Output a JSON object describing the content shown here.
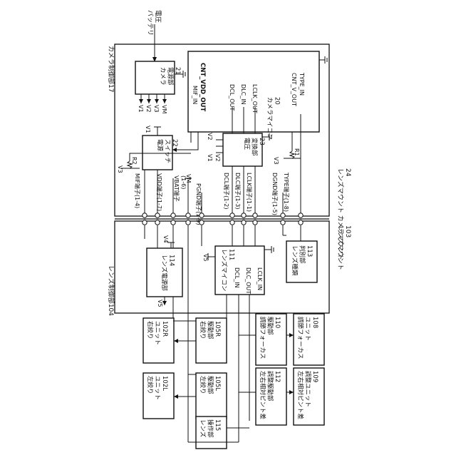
{
  "battery": {
    "label": "バッテリ\n電圧"
  },
  "camera_control": {
    "label": "カメラ制御部17"
  },
  "camera_power": {
    "label": "カメラ\n電源部\n21",
    "outputs": [
      "V1",
      "V2",
      "V3",
      "VM"
    ]
  },
  "camera_micom": {
    "label": "カメラマイコン\n20",
    "mif_in": "MIF_IN",
    "cnt_vdd_out": "CNT_VDD_OUT",
    "dcl_out": "DCL_OUT",
    "dlc_in": "DLC_IN",
    "lclk_out": "LCLK_OUT",
    "cnt_v_out": "CNT_V_OUT",
    "type_in": "TYPE_IN"
  },
  "power_switch": {
    "label": "電源\nスイッチ\n22",
    "in_label": "V1"
  },
  "voltage_converter": {
    "label": "電圧\n変換部\n23",
    "in_v2": "V2",
    "in_v1": "V1",
    "in_v2b": "V2"
  },
  "resistors": {
    "r1": "R1",
    "r2": "R2",
    "v3a": "V3",
    "v3b": "V3"
  },
  "camera_terminals": {
    "mif": "MIF端子(1-4)",
    "vdd": "VDD端子(1-7)",
    "vbat": "VBAT端子\n(1-6)",
    "vm": "VM",
    "pgnd": "PGND端子(1-9)",
    "dcl": "DCL端子(1-2)",
    "dlc": "DLC端子(1-3)",
    "lclk": "LCLK端子(1-1)",
    "dgnd": "DGND端子(1-5)",
    "type": "TYPE端子(1-8)"
  },
  "camera_mount": {
    "label": "レンズマウント カメラマウント\n24"
  },
  "lens_mount": {
    "label": "レンズマウント\n103"
  },
  "lens_control": {
    "label": "レンズ制御部104"
  },
  "lens_power": {
    "label": "レンズ電源部\n114",
    "v4": "V4",
    "v5": "V5"
  },
  "lens_micom": {
    "label": "レンズマイコン\n111",
    "dcl_in": "DCL_IN",
    "dlc_out": "DLC_OUT",
    "lclk_in": "LCLK_IN",
    "v5": "V5"
  },
  "lens_type": {
    "label": "レンズ種類\n判別部\n113"
  },
  "units": {
    "right_aperture": "右絞り\nユニット\n102R",
    "right_aperture_drive": "右絞り\n駆動部\n105R",
    "focus_drive": "調節フォーカス\n駆動部\n110",
    "focus_unit": "調節フォーカス\nユニット\n108",
    "left_aperture": "左絞り\nユニット\n102L",
    "left_aperture_drive": "左絞り\n駆動部\n105L",
    "lr_focus_drive": "左右相対ピント差\n調整駆動部\n112",
    "lr_focus_unit": "左右相対ピント差\n調整ユニット\n109",
    "lens_operation": "レンズ\n操作部\n115"
  }
}
